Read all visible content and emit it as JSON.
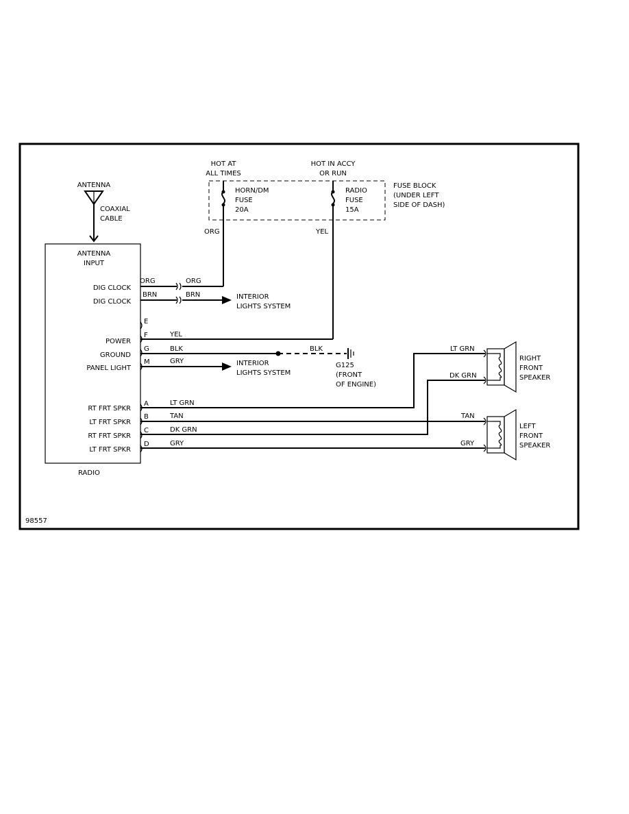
{
  "power": {
    "hot_at": "HOT AT",
    "all_times": "ALL TIMES",
    "hot_in_accy": "HOT IN ACCY",
    "or_run": "OR RUN"
  },
  "fuse_block": {
    "line1": "FUSE BLOCK",
    "line2": "(UNDER LEFT",
    "line3": "SIDE OF DASH)",
    "fuse1": {
      "line1": "HORN/DM",
      "line2": "FUSE",
      "line3": "20A"
    },
    "fuse2": {
      "line1": "RADIO",
      "line2": "FUSE",
      "line3": "15A"
    }
  },
  "antenna": {
    "label": "ANTENNA",
    "coax1": "COAXIAL",
    "coax2": "CABLE"
  },
  "radio": {
    "name": "RADIO",
    "antenna_input1": "ANTENNA",
    "antenna_input2": "INPUT",
    "pins": [
      "DIG CLOCK",
      "DIG CLOCK",
      "POWER",
      "GROUND",
      "PANEL LIGHT",
      "RT FRT SPKR",
      "LT FRT SPKR",
      "RT FRT SPKR",
      "LT FRT SPKR"
    ]
  },
  "pin_letters": {
    "E": "E",
    "F": "F",
    "G": "G",
    "M": "M",
    "A": "A",
    "B": "B",
    "C": "C",
    "D": "D"
  },
  "wires": {
    "org": "ORG",
    "yel": "YEL",
    "brn": "BRN",
    "blk": "BLK",
    "gry": "GRY",
    "lt_grn": "LT GRN",
    "tan": "TAN",
    "dk_grn": "DK GRN"
  },
  "interior": {
    "line1": "INTERIOR",
    "line2": "LIGHTS SYSTEM"
  },
  "ground": {
    "id": "G125",
    "line1": "(FRONT",
    "line2": "OF ENGINE)"
  },
  "speakers": {
    "right": [
      "RIGHT",
      "FRONT",
      "SPEAKER"
    ],
    "left": [
      "LEFT",
      "FRONT",
      "SPEAKER"
    ]
  },
  "figure_id": "98557"
}
